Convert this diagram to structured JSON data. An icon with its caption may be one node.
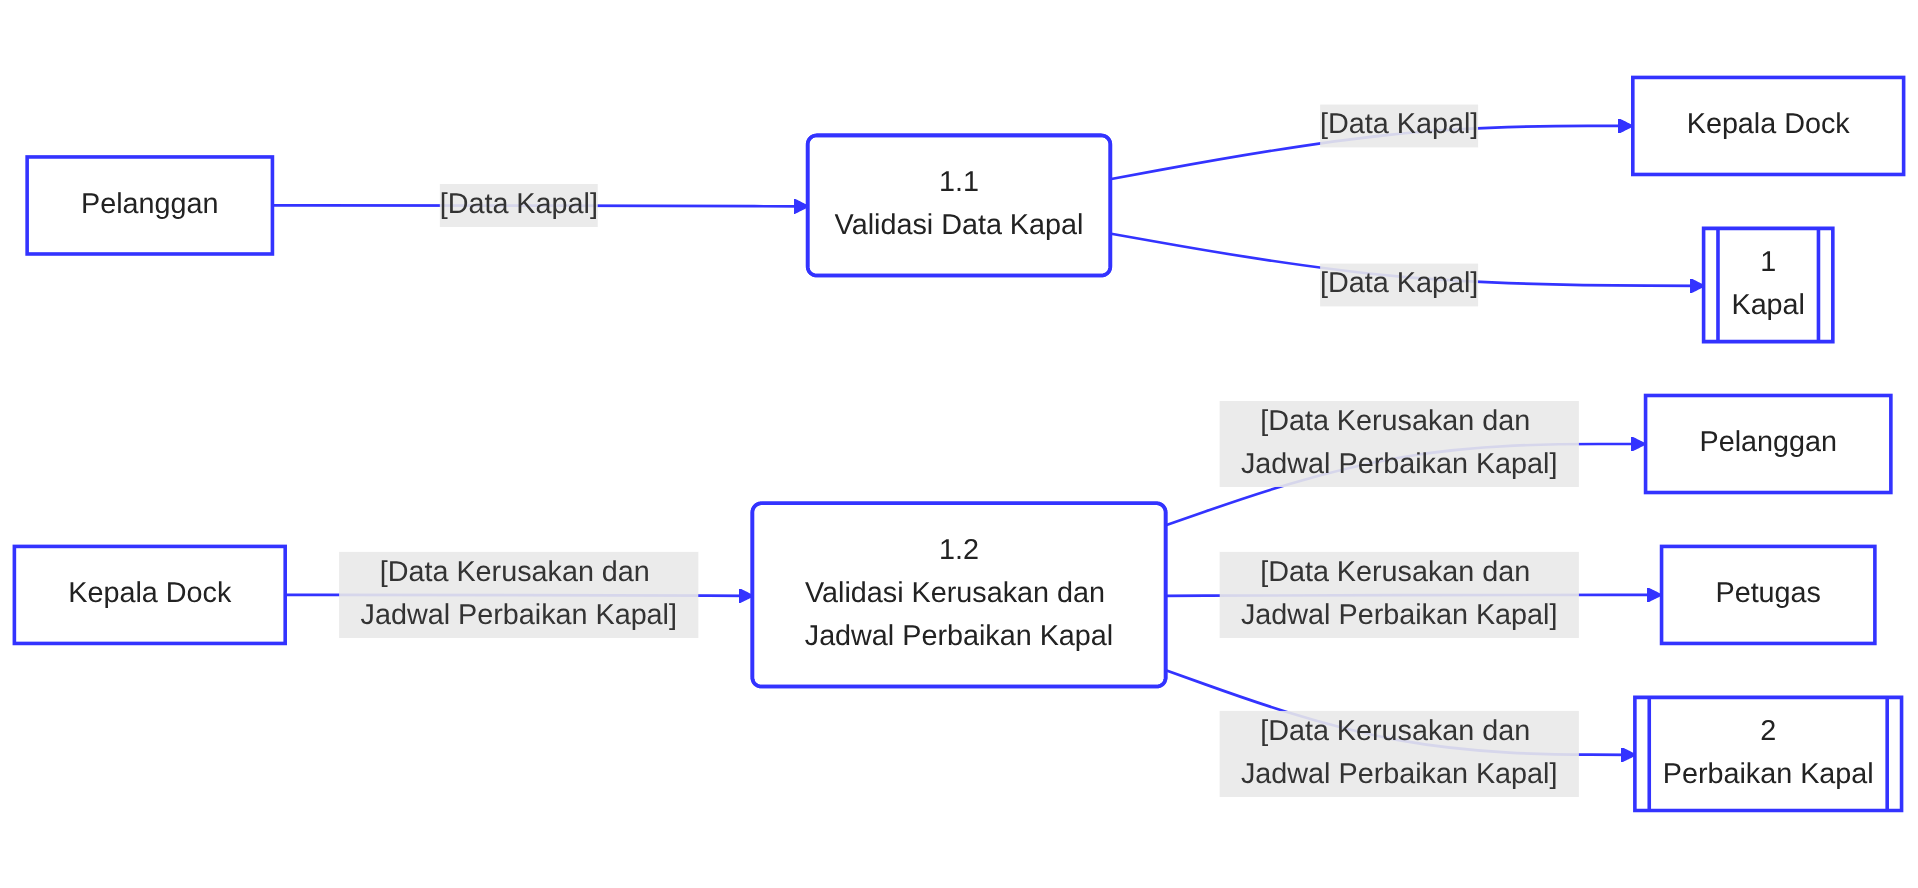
{
  "diagram": {
    "nodes": [
      {
        "text": [
          "Pelanggan"
        ]
      },
      {
        "text": [
          "1.1",
          "Validasi Data Kapal"
        ]
      },
      {
        "text": [
          "Kepala Dock"
        ]
      },
      {
        "text": [
          "1",
          "Kapal"
        ]
      },
      {
        "text": [
          "Kepala Dock"
        ]
      },
      {
        "text": [
          "1.2",
          "Validasi Kerusakan dan Jadwal Perbaikan Kapal"
        ]
      },
      {
        "text": [
          "Pelanggan"
        ]
      },
      {
        "text": [
          "Petugas"
        ]
      },
      {
        "text": [
          "2",
          "Perbaikan Kapal"
        ]
      }
    ],
    "edges": [
      {
        "from": 0,
        "to": 1,
        "arrow": "to",
        "label": "[Data Kapal]"
      },
      {
        "from": 1,
        "to": 2,
        "arrow": "to",
        "label": "[Data Kapal]"
      },
      {
        "from": 1,
        "to": 3,
        "arrow": "to",
        "label": "[Data Kapal]"
      },
      {
        "from": 4,
        "to": 5,
        "arrow": "to",
        "label": "[Data Kerusakan dan Jadwal Perbaikan Kapal]"
      },
      {
        "from": 5,
        "to": 6,
        "arrow": "to",
        "label": "[Data Kerusakan dan Jadwal Perbaikan Kapal]"
      },
      {
        "from": 5,
        "to": 7,
        "arrow": "to",
        "label": "[Data Kerusakan dan Jadwal Perbaikan Kapal]"
      },
      {
        "from": 5,
        "to": 8,
        "arrow": "to",
        "label": "[Data Kerusakan dan Jadwal Perbaikan Kapal]"
      }
    ]
  }
}
